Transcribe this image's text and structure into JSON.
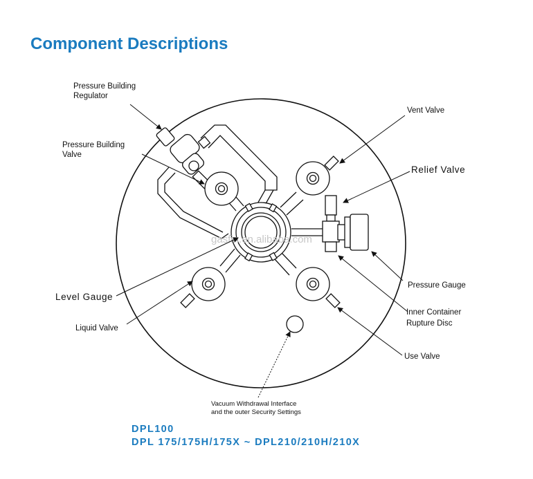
{
  "title": "Component Descriptions",
  "labels": {
    "pressure_building_regulator": [
      "Pressure Building",
      "Regulator"
    ],
    "pressure_building_valve": [
      "Pressure Building",
      "Valve"
    ],
    "vent_valve": "Vent Valve",
    "relief_valve": "Relief Valve",
    "level_gauge": "Level Gauge",
    "liquid_valve": "Liquid Valve",
    "pressure_gauge": "Pressure Gauge",
    "inner_container_rupture_disc": [
      "Inner Container",
      "Rupture Disc"
    ],
    "use_valve": "Use Valve",
    "vacuum_withdrawal": [
      "Vacuum Withdrawal Interface",
      "and the outer Security Settings"
    ]
  },
  "watermark": "gasfin.en.alibaba.com",
  "models": [
    "DPL100",
    "DPL 175/175H/175X ~ DPL210/210H/210X"
  ]
}
